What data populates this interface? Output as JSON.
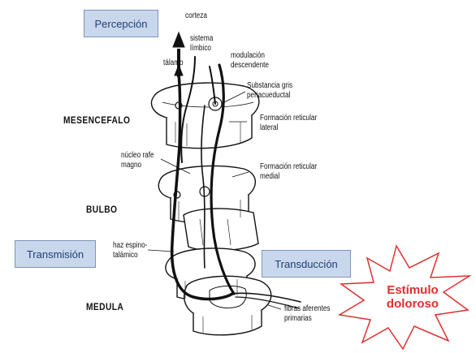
{
  "stage_labels": {
    "percepcion": "Percepción",
    "transmision": "Transmisión",
    "transduccion": "Transducción"
  },
  "star": {
    "line1": "Estímulo",
    "line2": "doloroso"
  },
  "regions": {
    "mesencefalo": "MESENCEFALO",
    "bulbo": "BULBO",
    "medula": "MEDULA"
  },
  "labels": {
    "corteza": "corteza",
    "sistema": "sistema",
    "limbico": "límbico",
    "talamo": "tálamo",
    "modulacion": "modulación",
    "descendente": "descendente",
    "substancia": "Substancia gris",
    "periacueductal": "periacueductal",
    "formacion_lateral_1": "Formación reticular",
    "formacion_lateral_2": "lateral",
    "nucleo_1": "núcleo rafe",
    "nucleo_2": "magno",
    "formacion_medial_1": "Formación reticular",
    "formacion_medial_2": "medial",
    "haz_1": "haz espino-",
    "haz_2": "talámico",
    "fibras_1": "fibras aferentes",
    "fibras_2": "primarias"
  },
  "colors": {
    "box_fill": "#c9d7ec",
    "box_border": "#7d94b8",
    "box_text": "#1f3f78",
    "star_stroke": "#e03030"
  }
}
